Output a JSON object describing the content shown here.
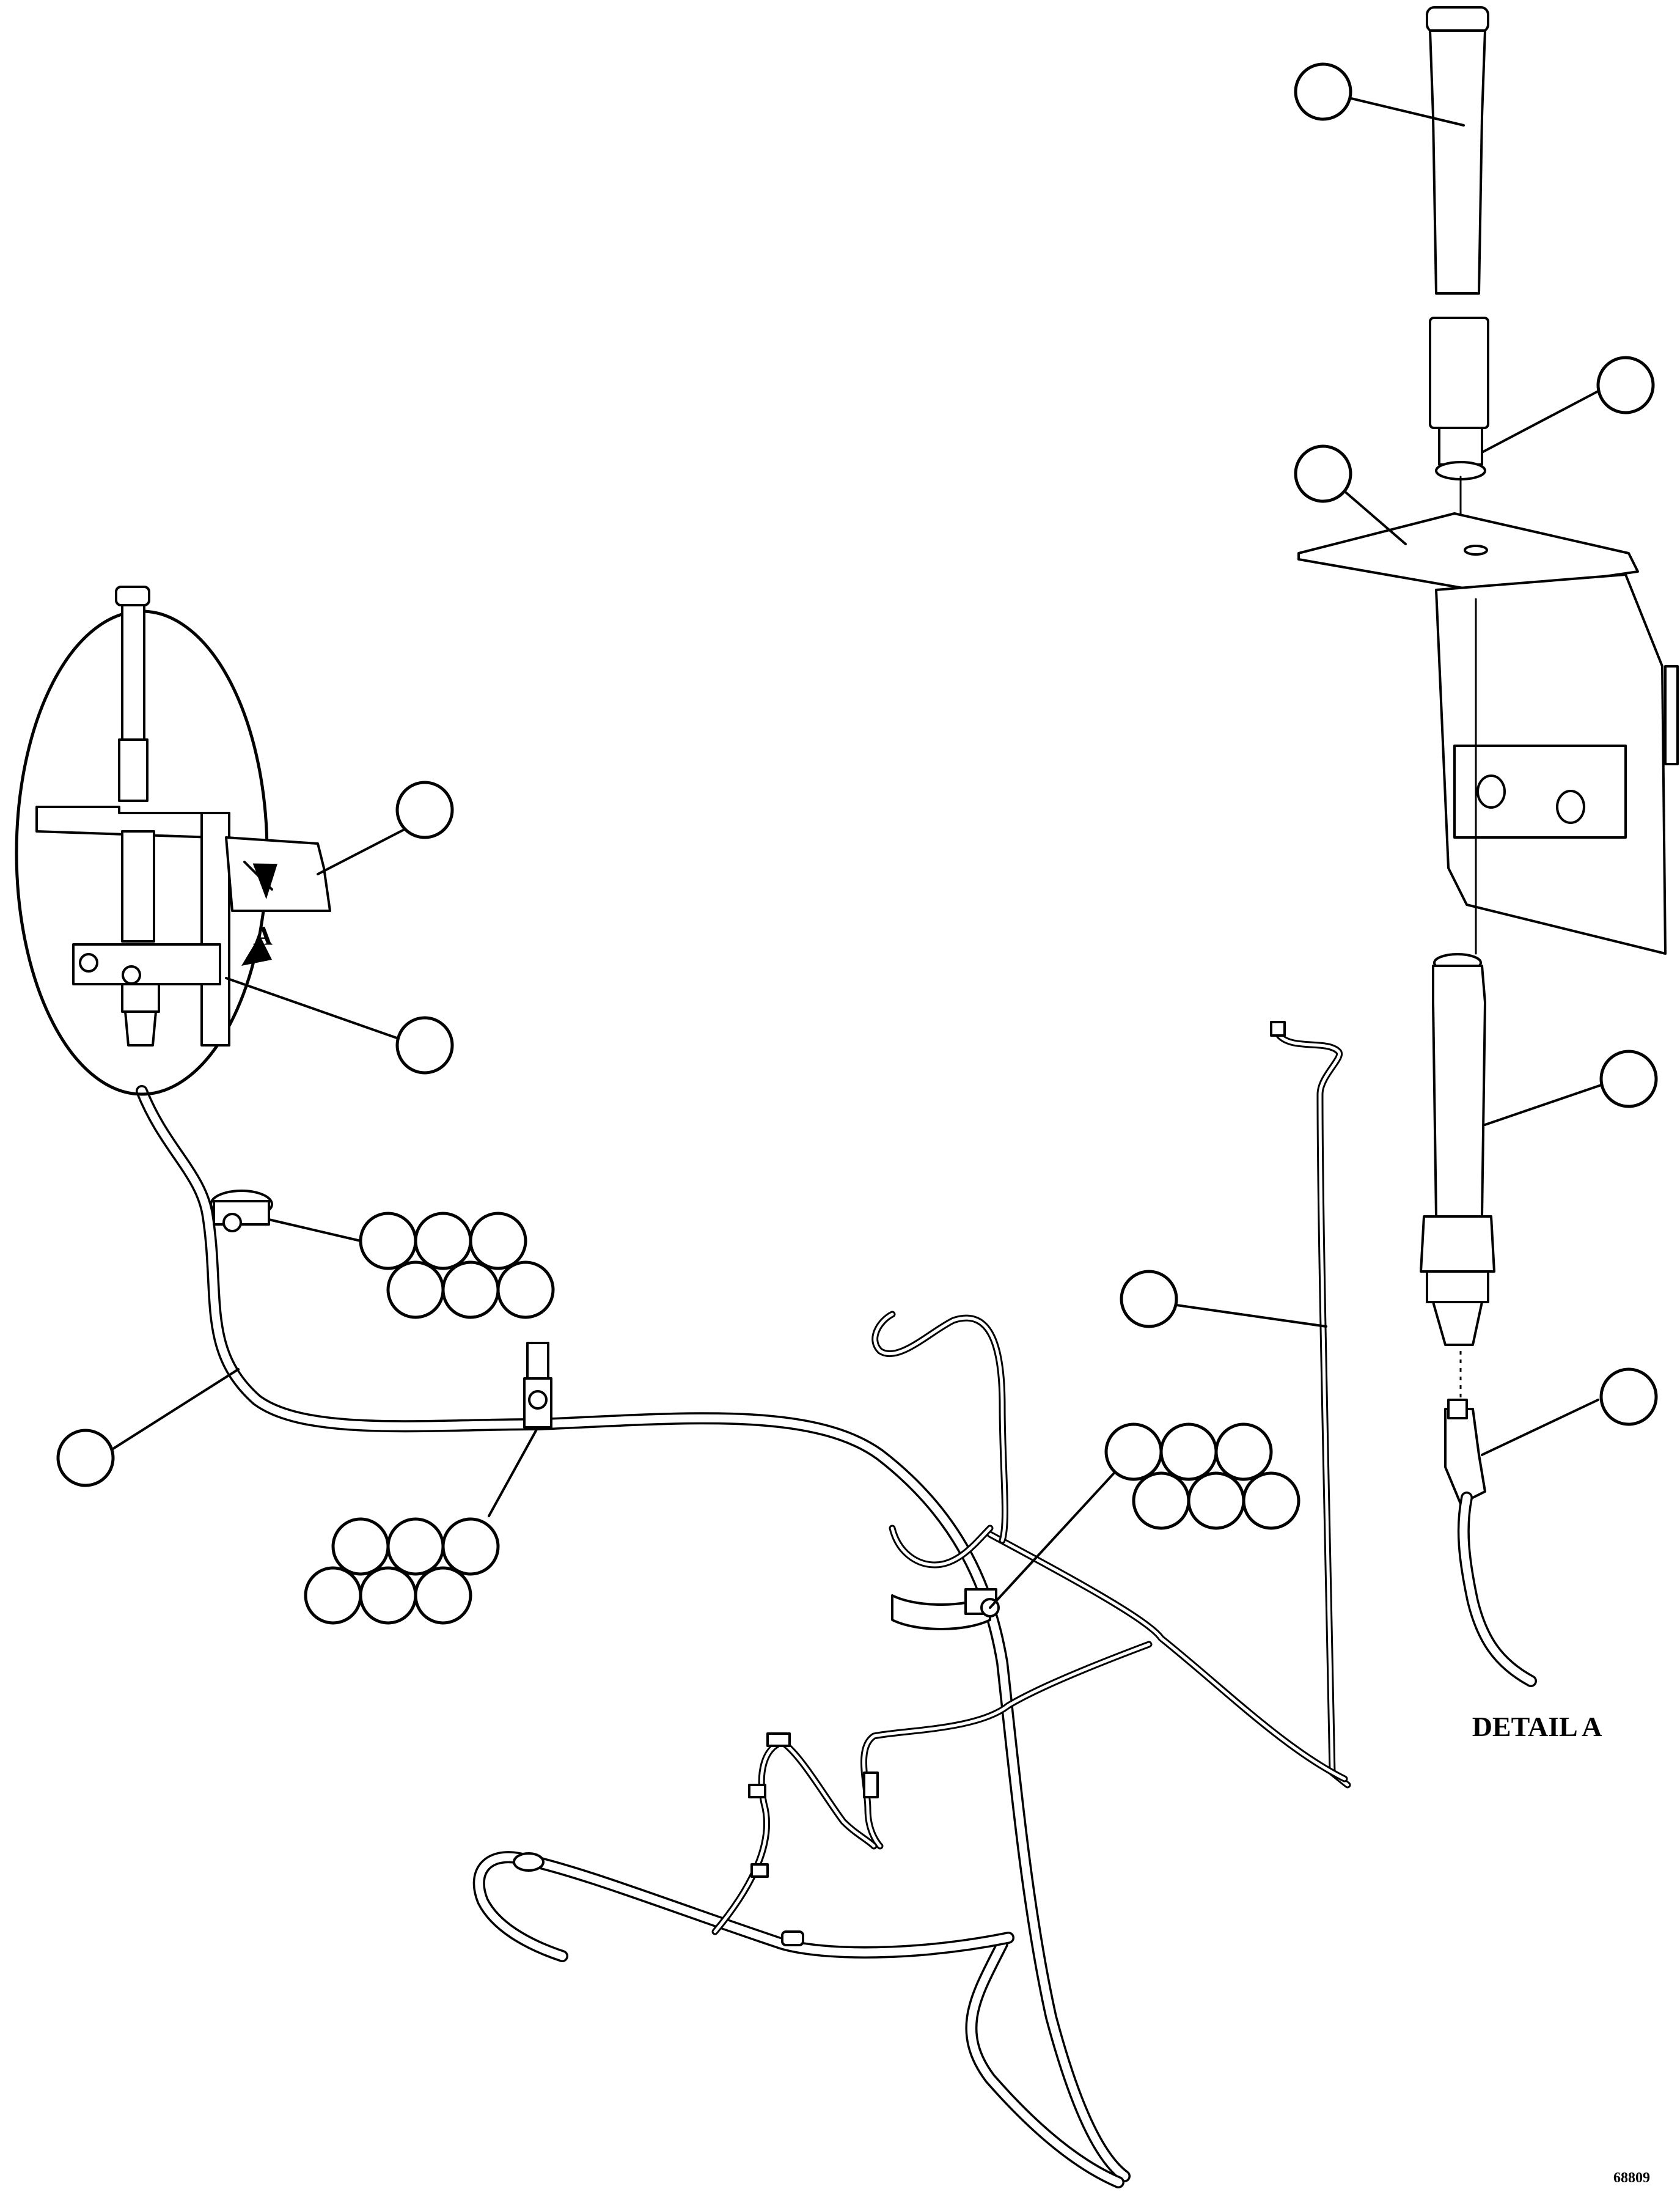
{
  "detail_view": {
    "letter": "A",
    "caption": "DETAIL A"
  },
  "drawing_number": "68809",
  "callout_bubbles_note": "empty"
}
